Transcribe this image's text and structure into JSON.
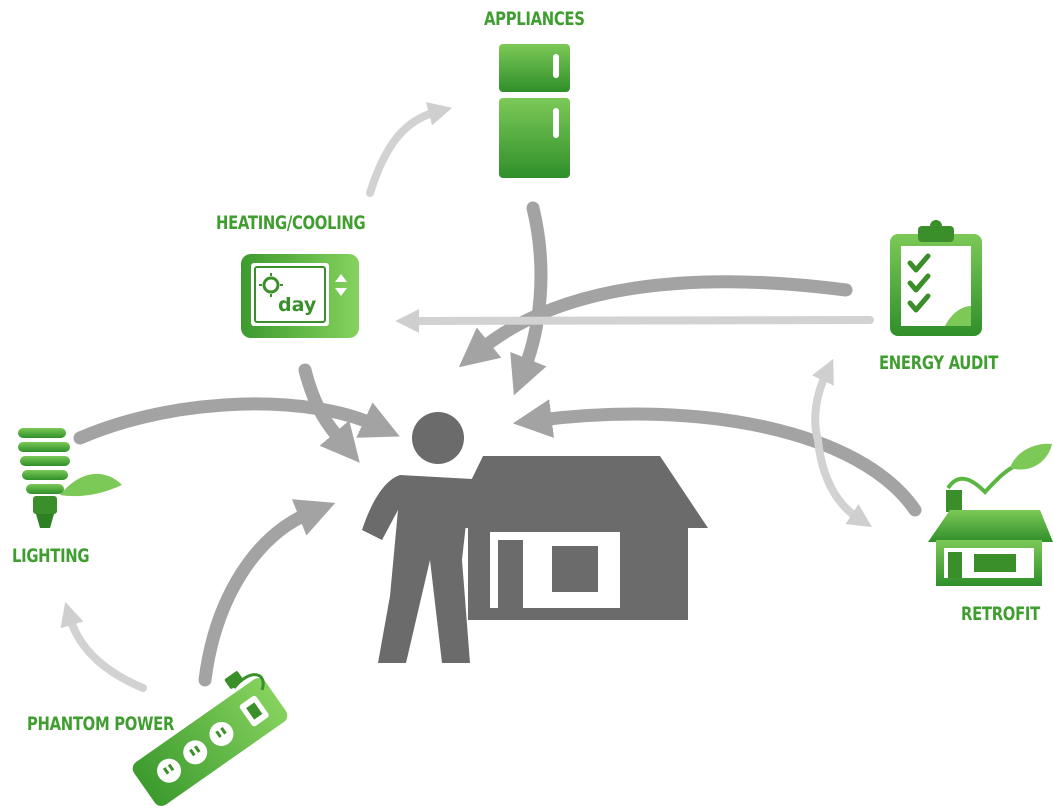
{
  "labels": {
    "appliances": "APPLIANCES",
    "heating_cooling": "HEATING/COOLING",
    "energy_audit": "ENERGY AUDIT",
    "lighting": "LIGHTING",
    "retrofit": "RETROFIT",
    "phantom_power": "PHANTOM POWER"
  },
  "thermostat_display": "day",
  "icons": {
    "appliances": "refrigerator-icon",
    "heating_cooling": "thermostat-icon",
    "energy_audit": "clipboard-checklist-icon",
    "lighting": "cfl-bulb-icon",
    "retrofit": "eco-house-icon",
    "phantom_power": "power-strip-icon",
    "center": "person-and-house-icon"
  },
  "colors": {
    "icon_green": "#4aa83a",
    "label_green": "#3f9e2f",
    "arrow_dark": "#a3a3a3",
    "arrow_light": "#cfcfcf",
    "figure_gray": "#6b6b6b"
  }
}
